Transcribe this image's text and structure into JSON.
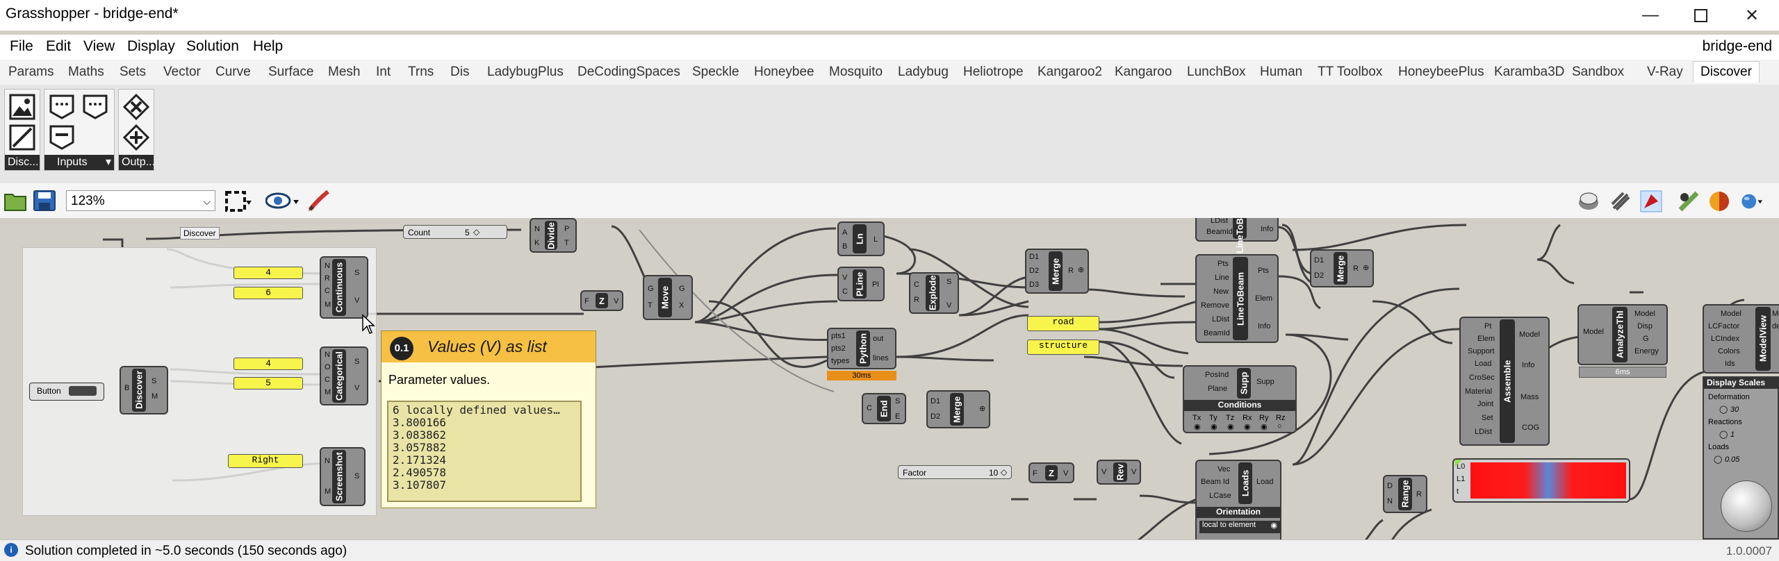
{
  "window": {
    "title": "Grasshopper - bridge-end*"
  },
  "menu": {
    "items": [
      "File",
      "Edit",
      "View",
      "Display",
      "Solution",
      "Help"
    ],
    "document_name": "bridge-end"
  },
  "tabs": [
    "Params",
    "Maths",
    "Sets",
    "Vector",
    "Curve",
    "Surface",
    "Mesh",
    "Int",
    "Trns",
    "Dis",
    "LadybugPlus",
    "DeCodingSpaces",
    "Speckle",
    "Honeybee",
    "Mosquito",
    "Ladybug",
    "Heliotrope",
    "Kangaroo2",
    "Kangaroo",
    "LunchBox",
    "Human",
    "TT Toolbox",
    "HoneybeePlus",
    "Karamba3D",
    "Sandbox",
    "V-Ray",
    "Discover"
  ],
  "active_tab": "Discover",
  "ribbon": {
    "groups": [
      "Disc...",
      "Inputs",
      "Outp..."
    ]
  },
  "toolbar": {
    "zoom": "123%"
  },
  "canvas": {
    "group_label": "Discover",
    "button_label": "Button",
    "panels": {
      "cont_a": "4",
      "cont_b": "6",
      "cat_a": "4",
      "cat_b": "5",
      "screenshot": "Right",
      "road": "road",
      "structure": "structure"
    },
    "sliders": {
      "count_label": "Count",
      "count_value": "5",
      "factor_label": "Factor",
      "factor_value": "10"
    },
    "components": {
      "discover": "Discover",
      "continuous": "Continuous",
      "categorical": "Categorical",
      "screenshot": "Screenshot",
      "divide": "Divide",
      "ln": "Ln",
      "move": "Move",
      "z": "Z",
      "pline": "PLine",
      "explode": "Explode",
      "merge": "Merge",
      "python": "Python",
      "end": "End",
      "linetobeam": "LineToBeam",
      "supp": "Supp",
      "loads": "Loads",
      "rev": "Rev",
      "range": "Range",
      "assemble": "Assemble",
      "analyze": "AnalyzeThI",
      "modelview": "ModelView",
      "python_time": "30ms",
      "analyze_time": "6ms"
    },
    "labels": {
      "conditions": "Conditions",
      "orientation": "Orientation",
      "local_to_element": "local to element",
      "display_scales": "Display Scales",
      "deformation": "Deformation",
      "deformation_value": "30",
      "reactions": "Reactions",
      "reactions_value": "1",
      "loads": "Loads",
      "loads_value": "0.05"
    },
    "dofs": [
      "Tx",
      "Ty",
      "Tz",
      "Rx",
      "Ry",
      "Rz"
    ]
  },
  "tooltip": {
    "badge": "0.1",
    "title": "Values (V) as list",
    "description": "Parameter values.",
    "header": "6 locally defined values…",
    "values": [
      "3.800166",
      "3.083862",
      "3.057882",
      "2.171324",
      "2.490578",
      "3.107807"
    ]
  },
  "status": {
    "text": "Solution completed in ~5.0 seconds (150 seconds ago)",
    "version": "1.0.0007"
  }
}
